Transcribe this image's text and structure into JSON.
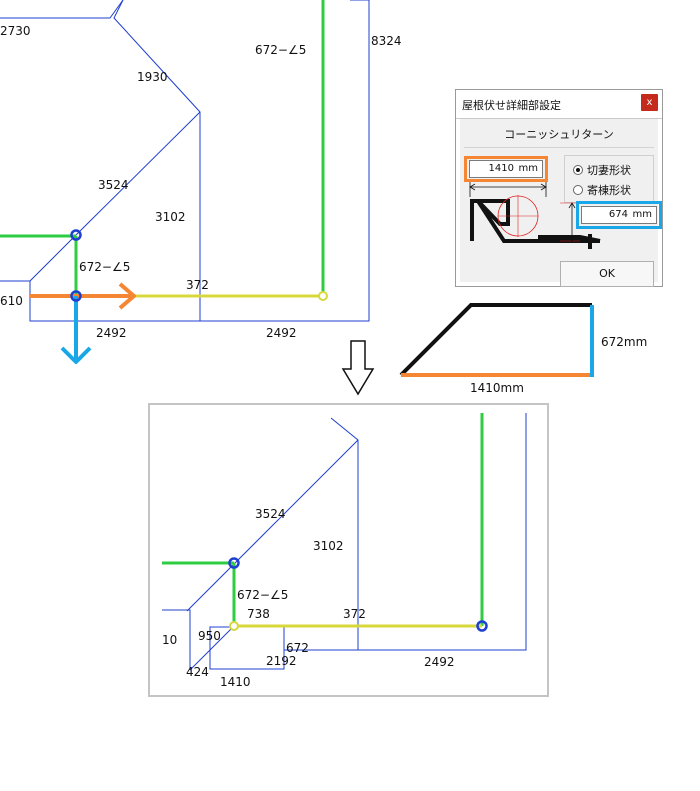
{
  "top_plan": {
    "labels": {
      "l2730": "2730",
      "l1930": "1930",
      "l672a": "672−∠5",
      "l8324": "8324",
      "l3524": "3524",
      "l3102": "3102",
      "l672b": "672−∠5",
      "l372": "372",
      "l610": "610",
      "l2492a": "2492",
      "l2492b": "2492"
    }
  },
  "dialog": {
    "title": "屋根伏せ詳細部設定",
    "close": "x",
    "subtitle": "コーニッシュリターン",
    "width_value": "1410",
    "width_unit": "mm",
    "height_value": "674",
    "height_unit": "mm",
    "radio_gable": "切妻形状",
    "radio_hip": "寄棟形状",
    "ok": "OK"
  },
  "section": {
    "height_label": "672mm",
    "width_label": "1410mm"
  },
  "bottom_plan": {
    "labels": {
      "b3524": "3524",
      "b3102": "3102",
      "b672": "672−∠5",
      "b738": "738",
      "b372": "372",
      "b10": "10",
      "b950": "950",
      "b672s": "672",
      "b2192": "2192",
      "b2492": "2492",
      "b424": "424",
      "b1410": "1410"
    }
  },
  "colors": {
    "wall_line": "#1f3fd0",
    "ridge_green": "#2ecc40",
    "eave_yellow": "#d8d83a",
    "arrow_orange": "#f58634",
    "arrow_blue": "#1aa7e8",
    "black": "#111111",
    "red": "#e02020"
  }
}
